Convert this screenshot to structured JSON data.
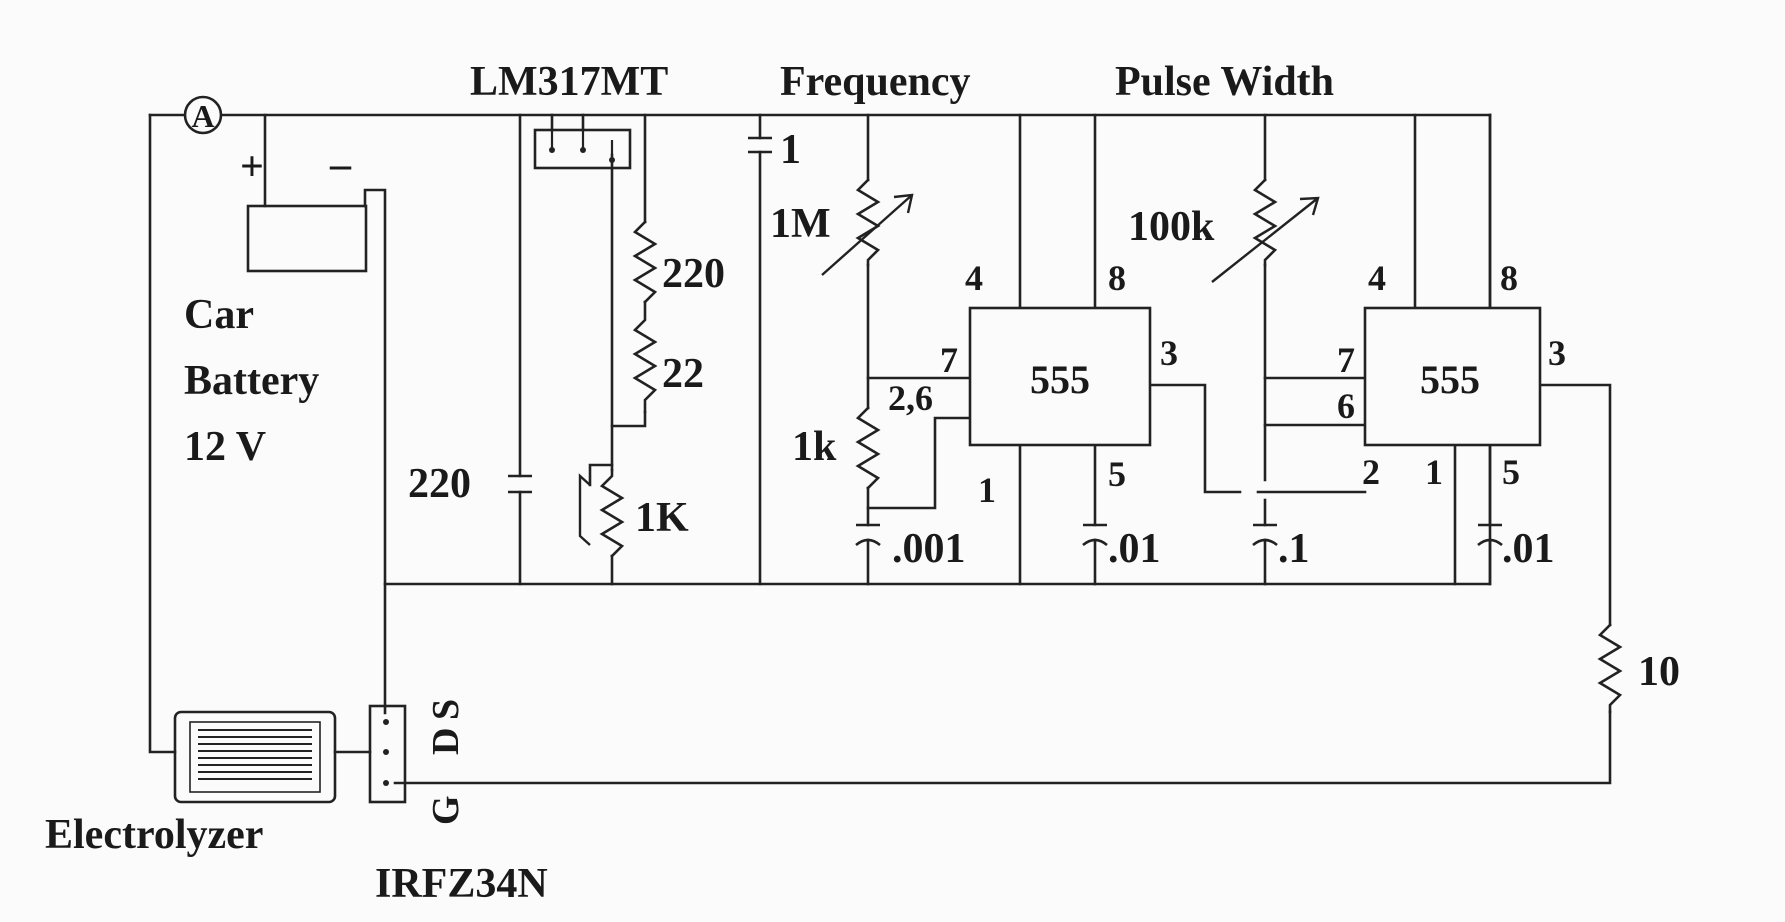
{
  "labels": {
    "ammeter": "A",
    "plus": "+",
    "minus": "–",
    "regulator": "LM317MT",
    "frequency": "Frequency",
    "pulse_width": "Pulse Width",
    "battery_line1": "Car",
    "battery_line2": "Battery",
    "battery_line3": "12 V",
    "electrolyzer": "Electrolyzer",
    "mosfet": "IRFZ34N",
    "mosfet_d": "D",
    "mosfet_s": "S",
    "mosfet_g": "G",
    "ic1": "555",
    "ic2": "555"
  },
  "components": {
    "c_input": "220",
    "c_reg": "1",
    "r_220": "220",
    "r_22": "22",
    "pot_1k": "1K",
    "pot_1m": "1M",
    "r_1k": "1k",
    "c_001": ".001",
    "c_01a": ".01",
    "pot_100k": "100k",
    "c_1": ".1",
    "c_01b": ".01",
    "r_10": "10"
  },
  "pins": {
    "ic1_4": "4",
    "ic1_8": "8",
    "ic1_7": "7",
    "ic1_26": "2,6",
    "ic1_3": "3",
    "ic1_1": "1",
    "ic1_5": "5",
    "ic2_4": "4",
    "ic2_8": "8",
    "ic2_7": "7",
    "ic2_6": "6",
    "ic2_2": "2",
    "ic2_1": "1",
    "ic2_3": "3",
    "ic2_5": "5"
  }
}
